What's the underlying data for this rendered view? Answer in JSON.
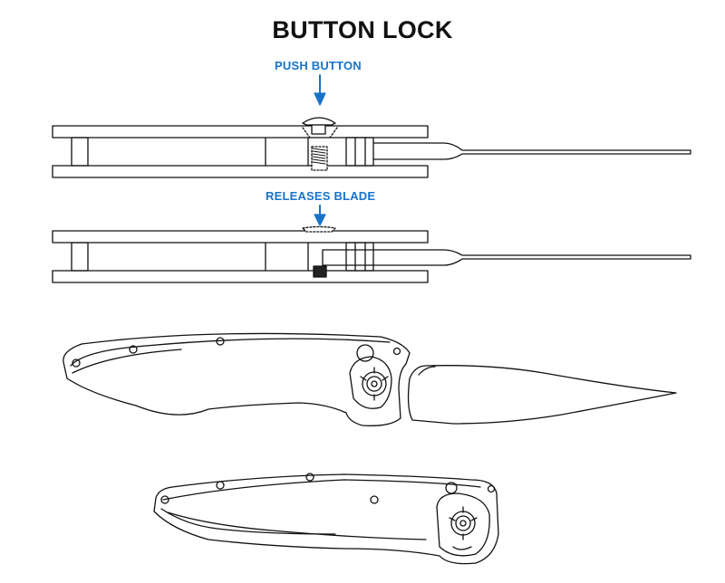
{
  "title": "BUTTON LOCK",
  "labels": {
    "push": "PUSH BUTTON",
    "release": "RELEASES BLADE"
  },
  "colors": {
    "accent": "#1a73c9",
    "line": "#111111",
    "background": "#ffffff"
  },
  "icons": {
    "arrow": "arrow-down-icon"
  }
}
